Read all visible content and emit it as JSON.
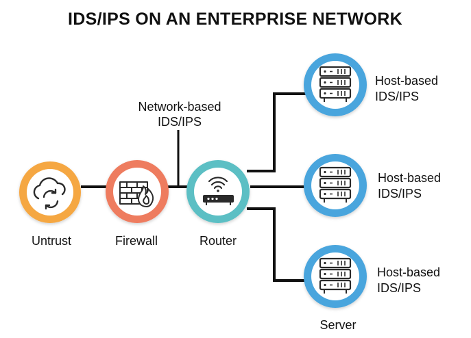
{
  "title": "IDS/IPS ON AN ENTERPRISE NETWORK",
  "nodes": {
    "untrust": {
      "label": "Untrust",
      "icon": "cloud-sync-icon",
      "ring_color": "#F5A742"
    },
    "firewall": {
      "label": "Firewall",
      "icon": "firewall-icon",
      "ring_color": "#EE7B5F"
    },
    "router": {
      "label": "Router",
      "icon": "wifi-router-icon",
      "ring_color": "#5BBFC4"
    },
    "server": {
      "label": "Server"
    }
  },
  "network_ids": {
    "line1": "Network-based",
    "line2": "IDS/IPS"
  },
  "hosts": [
    {
      "line1": "Host-based",
      "line2": "IDS/IPS",
      "icon": "server-rack-icon",
      "ring_color": "#4AA5DD"
    },
    {
      "line1": "Host-based",
      "line2": "IDS/IPS",
      "icon": "server-rack-icon",
      "ring_color": "#4AA5DD"
    },
    {
      "line1": "Host-based",
      "line2": "IDS/IPS",
      "icon": "server-rack-icon",
      "ring_color": "#4AA5DD"
    }
  ]
}
